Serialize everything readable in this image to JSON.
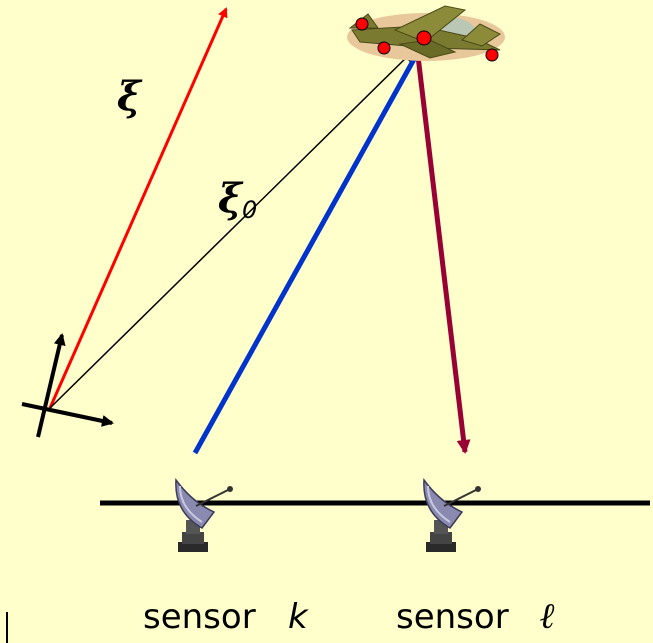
{
  "labels": {
    "xi": "ξ",
    "xi0_main": "ξ",
    "xi0_sub": "0",
    "sensor_k_word": "sensor",
    "sensor_k_var": "k",
    "sensor_l_word": "sensor",
    "sensor_l_var": "ℓ"
  },
  "colors": {
    "background": "#ffffcc",
    "xi_vector": "#ff0000",
    "sensor_k_ray": "#0033cc",
    "sensor_l_ray": "#990033",
    "ground_line": "#000000"
  },
  "icons": {
    "aircraft": "aircraft-target-icon",
    "sensor": "satellite-dish-icon"
  }
}
